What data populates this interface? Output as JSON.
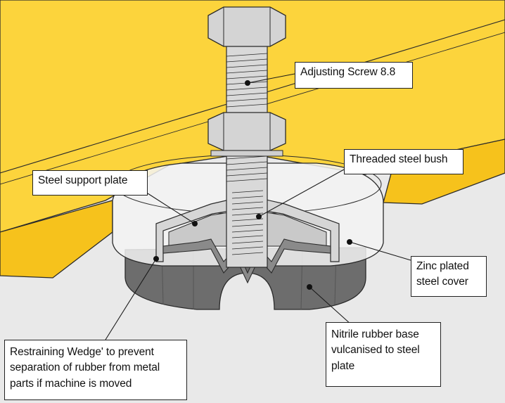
{
  "colors": {
    "background_top": "#ffffff",
    "yellow_surface": "#fcd43c",
    "floor": "#e8e8e8",
    "rubber": "#6b6b6b",
    "steel": "#d4d4d4",
    "outline": "#2a2a2a"
  },
  "labels": {
    "adjusting_screw": "Adjusting Screw 8.8",
    "threaded_bush": "Threaded steel bush",
    "support_plate": "Steel support plate",
    "zinc_cover": [
      "Zinc plated",
      "steel cover"
    ],
    "nitrile_base": [
      "Nitrile rubber base",
      "vulcanised to steel",
      "plate"
    ],
    "restraining_wedge": [
      "Restraining Wedge' to prevent",
      "separation of rubber from metal",
      "parts if machine is moved"
    ]
  }
}
